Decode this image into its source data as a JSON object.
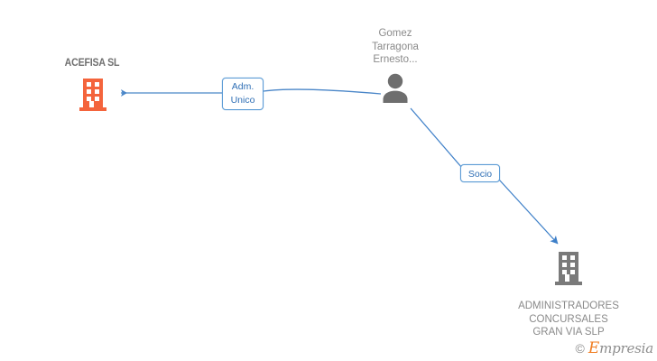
{
  "diagram": {
    "type": "corporate-relationship-graph",
    "background_color": "#ffffff",
    "accent_company_color": "#f4643c",
    "neutral_color": "#7a7a7a",
    "edge_color": "#4a86c8",
    "label_border_color": "#5b9bd5",
    "label_text_color": "#2f6fb5"
  },
  "nodes": {
    "company_left": {
      "name": "ACEFISA SL",
      "icon": "building-icon",
      "color": "#f4643c"
    },
    "person": {
      "name_line1": "Gomez",
      "name_line2": "Tarragona",
      "name_line3": "Ernesto...",
      "icon": "person-icon",
      "color": "#6e6e6e"
    },
    "company_right": {
      "name_line1": "ADMINISTRADORES",
      "name_line2": "CONCURSALES",
      "name_line3": "GRAN VIA  SLP",
      "icon": "building-icon",
      "color": "#7a7a7a"
    }
  },
  "edges": [
    {
      "id": "adm-unico",
      "from": "person",
      "to": "company_left",
      "label_line1": "Adm.",
      "label_line2": "Unico",
      "direction": "left"
    },
    {
      "id": "socio",
      "from": "person",
      "to": "company_right",
      "label_line1": "Socio",
      "direction": "down-right"
    }
  ],
  "watermark": {
    "copyright": "©",
    "brand_first_letter": "E",
    "brand_rest": "mpresia",
    "brand_color": "#f07d22"
  }
}
